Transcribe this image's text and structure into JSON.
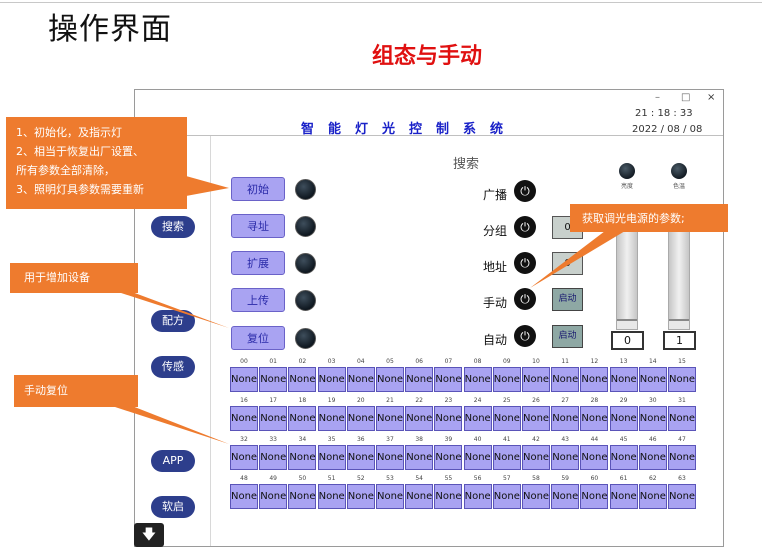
{
  "page_title": "操作界面",
  "page_subtitle": "组态与手动",
  "window": {
    "minimize": "–",
    "maximize": "□",
    "close": "×"
  },
  "system_title": "智能灯光控制系统",
  "clock": {
    "time": "21 : 18 : 33",
    "date": "2022 / 08 / 08"
  },
  "nav": {
    "search": "搜索",
    "recipe": "配方",
    "sensor": "传感",
    "app": "APP",
    "restart": "软启"
  },
  "search_heading": "搜索",
  "op_buttons": {
    "init": "初始",
    "address": "寻址",
    "extend": "扩展",
    "upload": "上传",
    "reset": "复位"
  },
  "controls": {
    "broadcast": "广播",
    "group": "分组",
    "address": "地址",
    "manual": "手动",
    "auto": "自动",
    "group_value": "0",
    "address_value": "0",
    "manual_btn": "启动",
    "auto_btn": "启动",
    "power_glyph": "⏻"
  },
  "sliders": {
    "brightness_label": "亮度",
    "color_temp_label": "色温",
    "brightness_value": "0",
    "color_temp_value": "1"
  },
  "channels": {
    "labels": [
      "00",
      "01",
      "02",
      "03",
      "04",
      "05",
      "06",
      "07",
      "08",
      "09",
      "10",
      "11",
      "12",
      "13",
      "14",
      "15",
      "16",
      "17",
      "18",
      "19",
      "20",
      "21",
      "22",
      "23",
      "24",
      "25",
      "26",
      "27",
      "28",
      "29",
      "30",
      "31",
      "32",
      "33",
      "34",
      "35",
      "36",
      "37",
      "38",
      "39",
      "40",
      "41",
      "42",
      "43",
      "44",
      "45",
      "46",
      "47",
      "48",
      "49",
      "50",
      "51",
      "52",
      "53",
      "54",
      "55",
      "56",
      "57",
      "58",
      "59",
      "60",
      "61",
      "62",
      "63"
    ],
    "cell_text": "None"
  },
  "callouts": {
    "init_lines": [
      "1、初始化，及指示灯",
      "2、相当于恢复出厂设置、",
      "所有参数全部清除，",
      "3、照明灯具参数需要重新"
    ],
    "add_device": "用于增加设备",
    "manual_reset": "手动复位",
    "dimming_params": "获取调光电源的参数;"
  },
  "download_glyph": "🡇",
  "colors": {
    "callout": "#ee7b2e",
    "title_red": "#e01010",
    "system_blue": "#1a22c8",
    "cell_purple": "#a9a3f2",
    "nav_navy": "#2d3e8c"
  }
}
